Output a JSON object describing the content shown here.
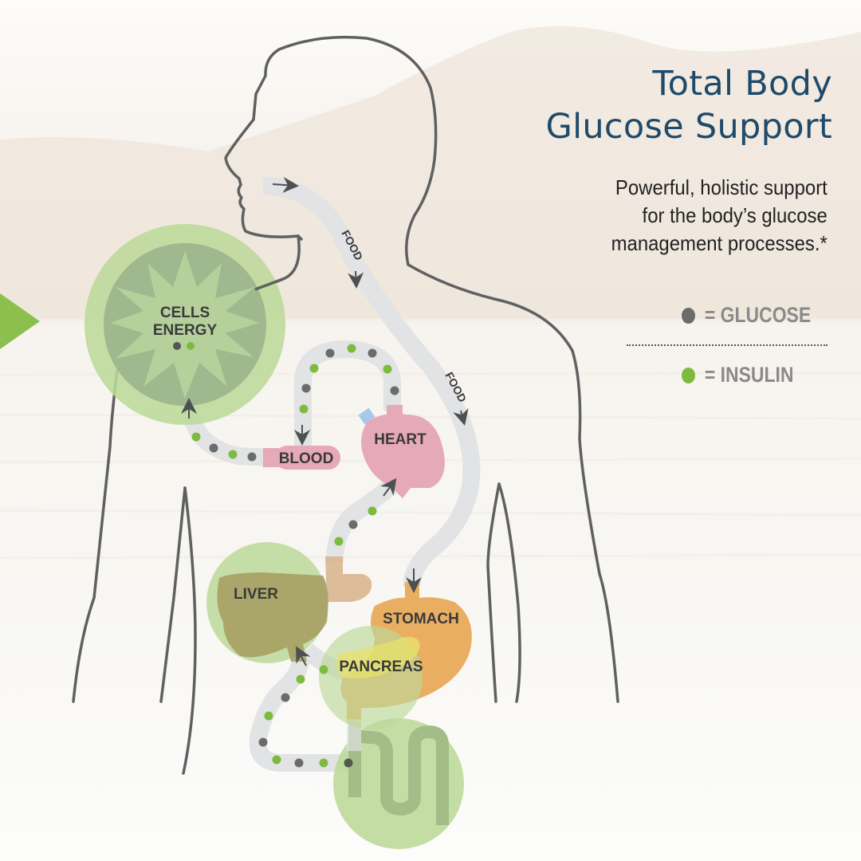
{
  "header": {
    "title_line1": "Total Body",
    "title_line2": "Glucose Support"
  },
  "subtitle": {
    "line1": "Powerful, holistic support",
    "line2": "for the body’s glucose",
    "line3": "management processes.*"
  },
  "legend": {
    "items": [
      {
        "label": "= GLUCOSE",
        "color": "#6b6b6b",
        "icon": "glucose-dot-icon"
      },
      {
        "label": "= INSULIN",
        "color": "#7dbb3f",
        "icon": "insulin-dot-icon"
      }
    ]
  },
  "organs": {
    "cells": {
      "line1": "CELLS",
      "line2": "ENERGY"
    },
    "blood": "BLOOD",
    "heart": "HEART",
    "liver": "LIVER",
    "stomach": "STOMACH",
    "pancreas": "PANCREAS"
  },
  "pathway_labels": {
    "food_upper": "FOOD",
    "food_lower": "FOOD"
  },
  "colors": {
    "title": "#1f4a6a",
    "glucose": "#6b6b6b",
    "insulin": "#7dbb3f",
    "heart": "#e6a9b8",
    "stomach": "#eaae62",
    "liver": "#b0a56c",
    "green_circle": "#bcd99a",
    "accent_arrow": "#8cc04e",
    "pathway": "#e1e3e4",
    "outline": "#5f6061"
  }
}
